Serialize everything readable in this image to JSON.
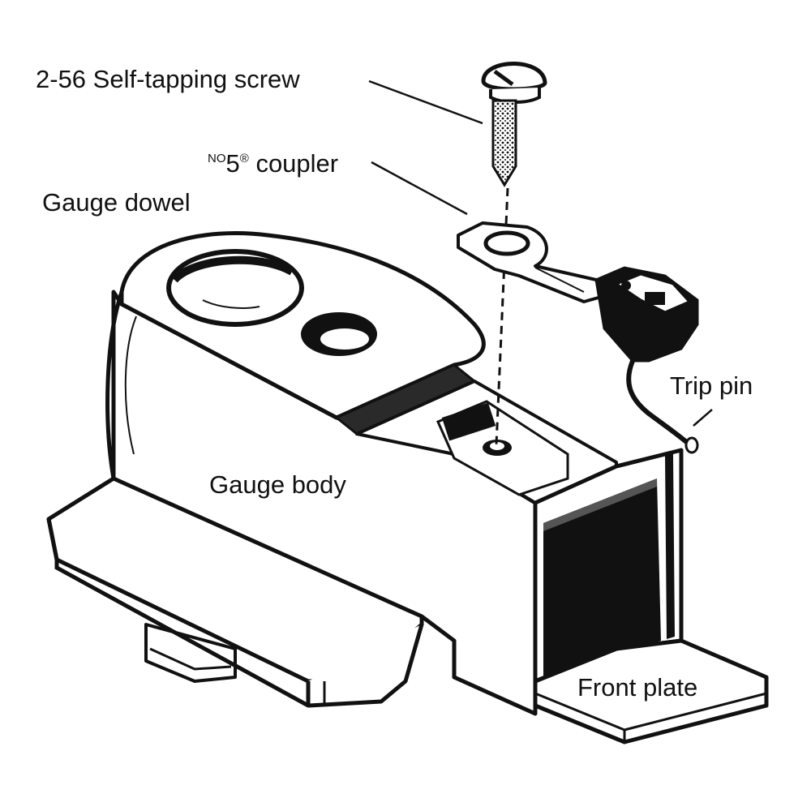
{
  "labels": {
    "screw": "2-56 Self-tapping screw",
    "coupler_prefix": "NO",
    "coupler_number": "5",
    "coupler_quote": "®",
    "coupler_word": "coupler",
    "gauge_dowel": "Gauge  dowel",
    "trip_pin": "Trip pin",
    "gauge_body": "Gauge  body",
    "front_plate": "Front plate"
  },
  "colors": {
    "ink": "#111111",
    "paper": "#ffffff",
    "shade": "#2a2a2a"
  }
}
